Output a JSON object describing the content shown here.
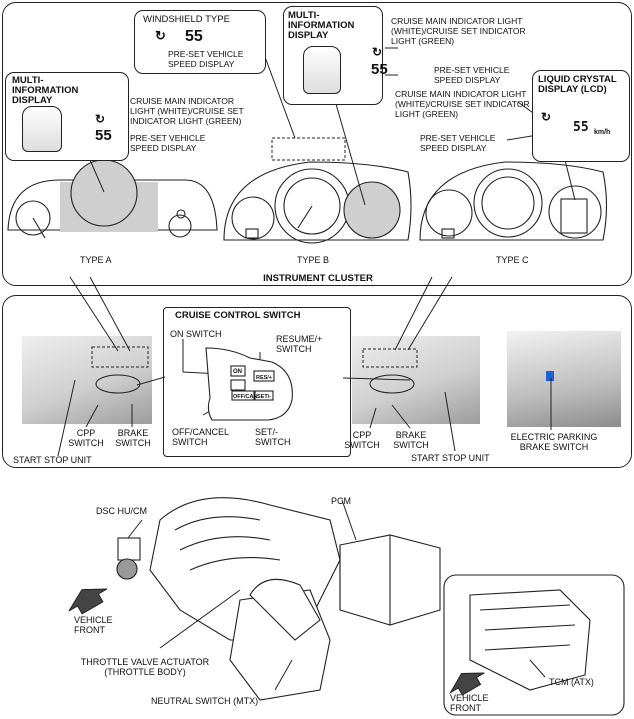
{
  "top": {
    "type_a": {
      "box_title": "MULTI-INFORMATION DISPLAY",
      "cruise_label": "CRUISE MAIN INDICATOR LIGHT (WHITE)/CRUISE SET INDICATOR LIGHT (GREEN)",
      "speed_value": "55",
      "preset_label": "PRE-SET VEHICLE SPEED DISPLAY",
      "type_label": "TYPE A"
    },
    "windshield": {
      "box_title": "WINDSHIELD TYPE",
      "speed_value": "55",
      "preset_label": "PRE-SET VEHICLE SPEED DISPLAY"
    },
    "type_b": {
      "box_title": "MULTI-INFORMATION DISPLAY",
      "cruise_label": "CRUISE MAIN INDICATOR LIGHT (WHITE)/CRUISE SET INDICATOR LIGHT (GREEN)",
      "speed_value": "55",
      "preset_label": "PRE-SET VEHICLE SPEED DISPLAY",
      "type_label": "TYPE B"
    },
    "type_c": {
      "box_title": "LIQUID CRYSTAL DISPLAY (LCD)",
      "cruise_label": "CRUISE MAIN INDICATOR LIGHT (WHITE)/CRUISE SET INDICATOR LIGHT (GREEN)",
      "lcd_value": "55",
      "lcd_unit": "km/h",
      "preset_label": "PRE-SET VEHICLE SPEED DISPLAY",
      "type_label": "TYPE C"
    },
    "cluster_label": "INSTRUMENT CLUSTER"
  },
  "middle": {
    "switch_title": "CRUISE CONTROL SWITCH",
    "on_switch": "ON SWITCH",
    "resume": "RESUME/+ SWITCH",
    "off_cancel": "OFF/CANCEL SWITCH",
    "set_minus": "SET/- SWITCH",
    "left_cpp": "CPP SWITCH",
    "left_brake": "BRAKE SWITCH",
    "left_start_stop": "START STOP UNIT",
    "right_cpp": "CPP SWITCH",
    "right_brake": "BRAKE SWITCH",
    "right_start_stop": "START STOP UNIT",
    "epb": "ELECTRIC PARKING BRAKE SWITCH",
    "btn_on": "ON",
    "btn_res": "RES/+",
    "btn_off": "OFF/CAN",
    "btn_set": "SET/-"
  },
  "bottom": {
    "dsc": "DSC HU/CM",
    "pcm": "PCM",
    "vehicle_front_left": "VEHICLE FRONT",
    "throttle": "THROTTLE VALVE ACTUATOR (THROTTLE BODY)",
    "neutral": "NEUTRAL SWITCH (MTX)",
    "tcm": "TCM (ATX)",
    "vehicle_front_right": "VEHICLE FRONT"
  },
  "colors": {
    "line": "#222222",
    "accent_blue": "#1f5fd6",
    "gauge_fill": "#cfcfcf"
  }
}
